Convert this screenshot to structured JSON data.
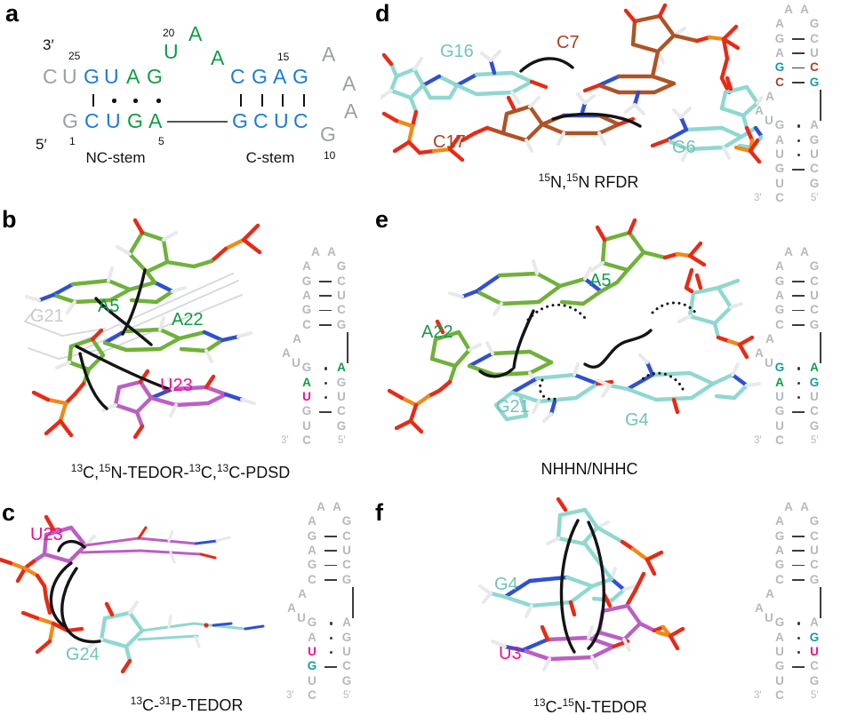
{
  "colors": {
    "gray": "#9aa0a5",
    "blue": "#1b7cd6",
    "green": "#119c45",
    "lgray": "#c8cbcd",
    "teal": "#72c4b9",
    "tealD": "#179aa2",
    "brick": "#a8421f",
    "brown": "#a8421f",
    "magenta": "#ef108f",
    "igray": "#b5b9bd",
    "black": "#111111"
  },
  "panel_a": {
    "label": "a",
    "prime3": "3′",
    "prime5": "5′",
    "nc_stem": "NC-stem",
    "c_stem": "C-stem",
    "numbers": [
      "1",
      "5",
      "10",
      "15",
      "20",
      "25"
    ],
    "strands": {
      "top_left": [
        [
          "C",
          "gray"
        ],
        [
          "U",
          "gray"
        ],
        [
          "G",
          "blue"
        ],
        [
          "U",
          "blue"
        ],
        [
          "A",
          "green"
        ],
        [
          "G",
          "green"
        ]
      ],
      "loop": [
        [
          "U",
          "green"
        ],
        [
          "A",
          "green"
        ],
        [
          "A",
          "green"
        ]
      ],
      "top_right": [
        [
          "C",
          "blue"
        ],
        [
          "G",
          "blue"
        ],
        [
          "A",
          "blue"
        ],
        [
          "G",
          "blue"
        ]
      ],
      "right_loop": [
        [
          "A",
          "gray"
        ],
        [
          "A",
          "gray"
        ],
        [
          "A",
          "gray"
        ]
      ],
      "g10": [
        [
          "G",
          "gray"
        ]
      ],
      "bottom_left": [
        [
          "G",
          "gray"
        ],
        [
          "C",
          "blue"
        ],
        [
          "U",
          "blue"
        ],
        [
          "G",
          "green"
        ],
        [
          "A",
          "green"
        ]
      ],
      "bottom_right": [
        [
          "G",
          "blue"
        ],
        [
          "C",
          "blue"
        ],
        [
          "U",
          "blue"
        ],
        [
          "C",
          "blue"
        ]
      ]
    },
    "nc_bonds": [
      "|",
      "·",
      "·",
      "·"
    ],
    "c_bonds": [
      "|",
      "|",
      "|",
      "|"
    ]
  },
  "inset": {
    "prime3": "3′",
    "prime5": "5′",
    "rows": [
      {
        "kind": "loop",
        "a": "A",
        "b": "A"
      },
      {
        "kind": "pair",
        "l": "A",
        "r": "G",
        "bond": "none"
      },
      {
        "kind": "pair",
        "l": "G",
        "r": "C",
        "bond": "line"
      },
      {
        "kind": "pair",
        "l": "A",
        "r": "U",
        "bond": "line"
      },
      {
        "kind": "pair",
        "l": "G",
        "r": "C",
        "bond": "line"
      },
      {
        "kind": "pair",
        "l": "C",
        "r": "G",
        "bond": "line"
      },
      {
        "kind": "bulge",
        "l": "A",
        "indent": 1
      },
      {
        "kind": "bulge",
        "l": "A",
        "indent": 2,
        "vline": true
      },
      {
        "kind": "pair",
        "pre": "U",
        "l": "G",
        "r": "A",
        "bond": "dot"
      },
      {
        "kind": "pair",
        "l": "A",
        "r": "G",
        "bond": "dot"
      },
      {
        "kind": "pair",
        "l": "U",
        "r": "U",
        "bond": "dot"
      },
      {
        "kind": "pair",
        "l": "G",
        "r": "C",
        "bond": "line"
      },
      {
        "kind": "pair",
        "l": "U",
        "r": "G",
        "bond": "none"
      },
      {
        "kind": "ends",
        "lend": "3′",
        "l": "C",
        "rend": "5′"
      }
    ]
  },
  "panels": {
    "b": {
      "label": "b",
      "caption": [
        [
          "s",
          "13"
        ],
        [
          "t",
          "C,"
        ],
        [
          "s",
          "15"
        ],
        [
          "t",
          "N-TEDOR-"
        ],
        [
          "s",
          "13"
        ],
        [
          "t",
          "C,"
        ],
        [
          "s",
          "13"
        ],
        [
          "t",
          "C-PDSD"
        ]
      ],
      "residues": [
        [
          "G21",
          "lgray"
        ],
        [
          "A5",
          "green"
        ],
        [
          "A22",
          "green"
        ],
        [
          "U23",
          "magenta"
        ]
      ],
      "inset_highlights": {
        "8R": "green",
        "9L": "green",
        "10L": "magenta"
      }
    },
    "c": {
      "label": "c",
      "caption": [
        [
          "s",
          "13"
        ],
        [
          "t",
          "C-"
        ],
        [
          "s",
          "31"
        ],
        [
          "t",
          "P-TEDOR"
        ]
      ],
      "residues": [
        [
          "U23",
          "magenta"
        ],
        [
          "G24",
          "teal"
        ]
      ],
      "inset_highlights": {
        "10L": "magenta",
        "11L": "tealD"
      }
    },
    "d": {
      "label": "d",
      "caption": [
        [
          "s",
          "15"
        ],
        [
          "t",
          "N,"
        ],
        [
          "s",
          "15"
        ],
        [
          "t",
          "N RFDR"
        ]
      ],
      "residues": [
        [
          "G16",
          "teal"
        ],
        [
          "C7",
          "brick"
        ],
        [
          "C17",
          "brick"
        ],
        [
          "G6",
          "teal"
        ]
      ],
      "inset_highlights": {
        "4L": "tealD",
        "4R": "brown",
        "5L": "brown",
        "5R": "tealD"
      }
    },
    "e": {
      "label": "e",
      "caption": [
        [
          "t",
          "NHHN/NHHC"
        ]
      ],
      "residues": [
        [
          "A22",
          "green"
        ],
        [
          "A5",
          "green"
        ],
        [
          "G21",
          "teal"
        ],
        [
          "G4",
          "teal"
        ]
      ],
      "inset_highlights": {
        "8L": "tealD",
        "8R": "green",
        "9L": "green",
        "9R": "tealD"
      }
    },
    "f": {
      "label": "f",
      "caption": [
        [
          "s",
          "13"
        ],
        [
          "t",
          "C-"
        ],
        [
          "s",
          "15"
        ],
        [
          "t",
          "N-TEDOR"
        ]
      ],
      "residues": [
        [
          "G4",
          "teal"
        ],
        [
          "U3",
          "magenta"
        ]
      ],
      "inset_highlights": {
        "9R": "tealD",
        "10R": "magenta"
      }
    }
  }
}
